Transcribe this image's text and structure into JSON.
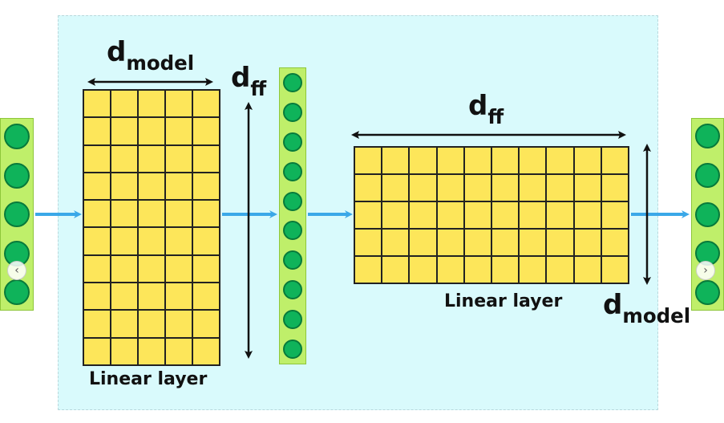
{
  "labels": {
    "d_model_top": {
      "base": "d",
      "sub": "model"
    },
    "d_ff_left": {
      "base": "d",
      "sub": "ff"
    },
    "d_ff_top": {
      "base": "d",
      "sub": "ff"
    },
    "d_model_bottom": {
      "base": "d",
      "sub": "model"
    },
    "linear_layer_left": "Linear layer",
    "linear_layer_right": "Linear layer"
  },
  "layers": {
    "first": {
      "rows": 10,
      "cols": 5
    },
    "second": {
      "rows": 5,
      "cols": 10
    }
  },
  "vectors": {
    "input": {
      "neurons": 5
    },
    "hidden": {
      "neurons": 10
    },
    "output": {
      "neurons": 5
    }
  },
  "icons": {
    "nav_prev": "chevron-left-icon",
    "nav_next": "chevron-right-icon"
  },
  "nav": {
    "prev_glyph": "‹",
    "next_glyph": "›"
  },
  "colors": {
    "panel": "#d9fafc",
    "cell": "#fde65a",
    "grid_line": "#222222",
    "neuron": "#0fb35a",
    "vector_bg": "#bfef6a",
    "flow_arrow": "#3aa8e8",
    "dim_arrow": "#111111"
  }
}
